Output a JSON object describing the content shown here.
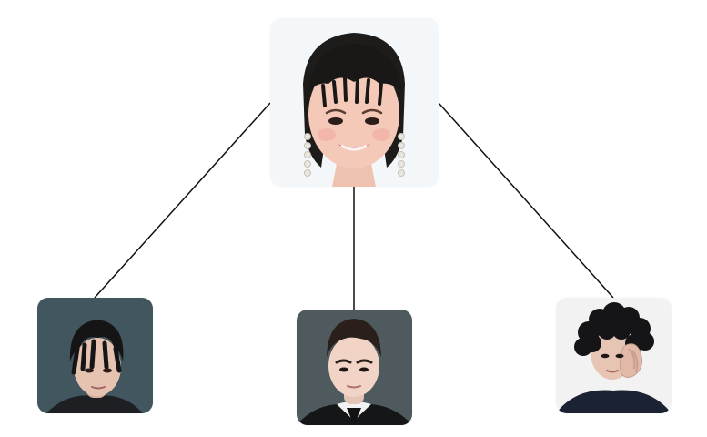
{
  "diagram": {
    "type": "tree",
    "root": {
      "id": "root",
      "image": "portrait-photo-woman",
      "background": "#f3f7fa"
    },
    "children": [
      {
        "id": "left",
        "image": "portrait-photo-man",
        "background": "#3d5058"
      },
      {
        "id": "center",
        "image": "portrait-photo-man",
        "background": "#4f5a5f"
      },
      {
        "id": "right",
        "image": "portrait-photo-man",
        "background": "#f2f2f2"
      }
    ],
    "edges": [
      {
        "from": "root",
        "to": "left"
      },
      {
        "from": "root",
        "to": "center"
      },
      {
        "from": "root",
        "to": "right"
      }
    ],
    "edge_color": "#111111"
  }
}
